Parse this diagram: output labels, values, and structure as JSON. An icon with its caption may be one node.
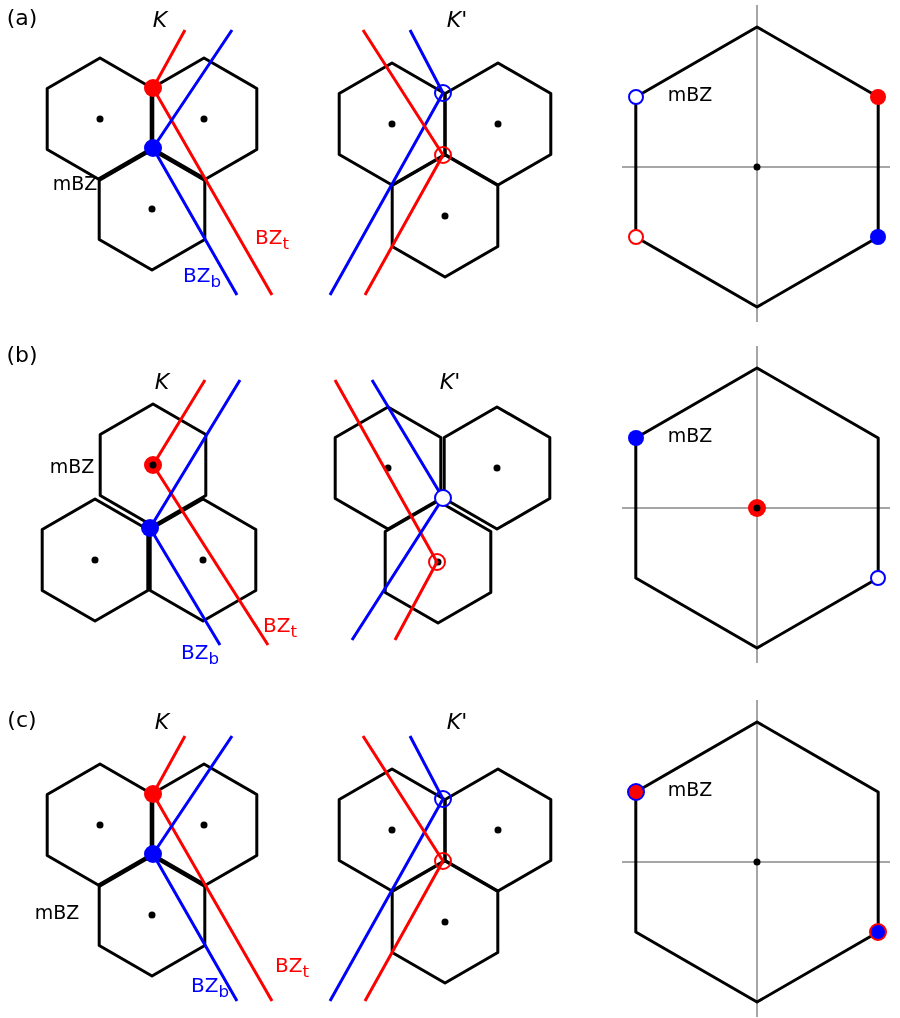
{
  "diagram": {
    "labels": [
      "(a)",
      "K",
      "*K*'",
      "mBZ",
      "mBZ",
      "BZ$_{t}$",
      "BZ$_{b}$",
      "(b)",
      "K",
      "*K*'",
      "mBZ",
      "mBZ",
      "BZ$_{t}$",
      "BZ$_{b}$",
      "(c)",
      "K",
      "*K*'",
      "mBZ",
      "mBZ",
      "BZ$_{t}$",
      "BZ$_{b}$"
    ]
  }
}
